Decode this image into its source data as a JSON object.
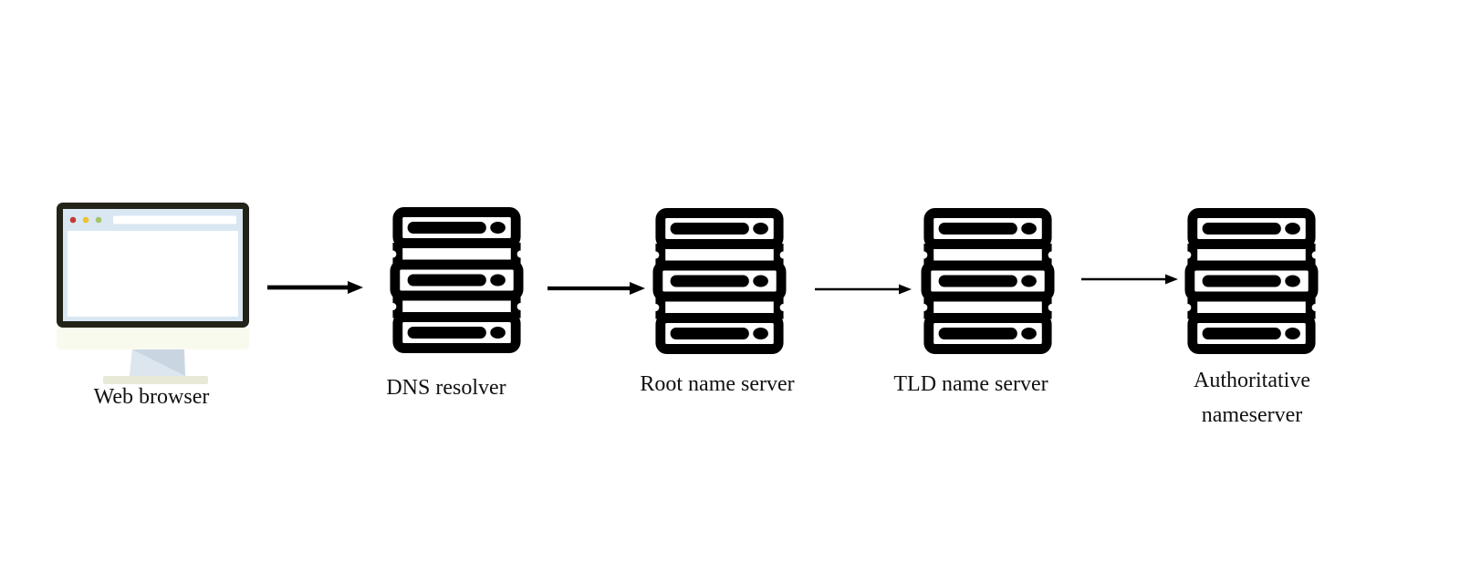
{
  "canvas": {
    "background": "#ffffff"
  },
  "diagram": {
    "type": "flow",
    "direction": "left-to-right",
    "nodes": [
      {
        "id": "web-browser",
        "label": "Web browser",
        "icon": "browser-monitor-icon"
      },
      {
        "id": "dns-resolver",
        "label": "DNS resolver",
        "icon": "server-stack-icon"
      },
      {
        "id": "root-name-server",
        "label": "Root name server",
        "icon": "server-stack-icon"
      },
      {
        "id": "tld-name-server",
        "label": "TLD name server",
        "icon": "server-stack-icon"
      },
      {
        "id": "authoritative-nameserver",
        "label": "Authoritative nameserver",
        "label_lines": [
          "Authoritative",
          "nameserver"
        ],
        "icon": "server-stack-icon"
      }
    ],
    "edges": [
      {
        "from": "web-browser",
        "to": "dns-resolver",
        "style": "solid-arrow-right"
      },
      {
        "from": "dns-resolver",
        "to": "root-name-server",
        "style": "solid-arrow-right"
      },
      {
        "from": "root-name-server",
        "to": "tld-name-server",
        "style": "solid-arrow-right"
      },
      {
        "from": "tld-name-server",
        "to": "authoritative-nameserver",
        "style": "solid-arrow-right"
      }
    ],
    "colors": {
      "icon_black": "#000000",
      "text": "#111111",
      "monitor_frame": "#23231a",
      "browser_chrome_blue": "#d9e7f3",
      "traffic_dot_red": "#c5392f",
      "traffic_dot_yellow": "#f0c12d",
      "traffic_dot_green": "#a2c565",
      "monitor_chin_cream": "#f9faee",
      "stand_light_blue": "#dde6ee",
      "stand_dark_blue": "#c9d6e2",
      "stand_base_cream": "#e9e9d8"
    }
  }
}
